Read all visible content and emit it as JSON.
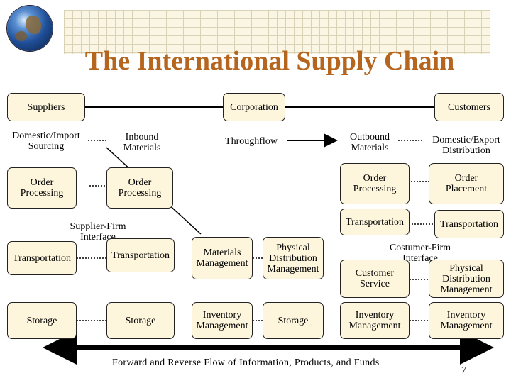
{
  "title": "The International Supply Chain",
  "top": {
    "suppliers": "Suppliers",
    "corporation": "Corporation",
    "customers": "Customers"
  },
  "labels": {
    "domestic_import_sourcing": "Domestic/Import\nSourcing",
    "inbound_materials": "Inbound\nMaterials",
    "throughflow": "Throughflow",
    "outbound_materials": "Outbound\nMaterials",
    "domestic_export_distribution": "Domestic/Export\nDistribution",
    "supplier_firm_interface": "Supplier-Firm\nInterface",
    "customer_firm_interface": "Costumer-Firm\nInterface"
  },
  "boxes": {
    "order_processing_left": "Order\nProcessing",
    "order_processing_mid": "Order\nProcessing",
    "order_processing_right": "Order\nProcessing",
    "order_placement": "Order\nPlacement",
    "transportation_1": "Transportation",
    "transportation_2": "Transportation",
    "transportation_3": "Transportation",
    "transportation_4": "Transportation",
    "materials_management": "Materials\nManagement",
    "physical_distribution_management": "Physical\nDistribution\nManagement",
    "customer_service": "Customer\nService",
    "physical_distribution_management_right": "Physical\nDistribution\nManagement",
    "storage_1": "Storage",
    "storage_2": "Storage",
    "inventory_management_1": "Inventory\nManagement",
    "storage_3": "Storage",
    "inventory_management_2": "Inventory\nManagement",
    "inventory_management_3": "Inventory\nManagement"
  },
  "footer": "Forward and Reverse Flow of Information, Products, and Funds",
  "page_number": "7"
}
